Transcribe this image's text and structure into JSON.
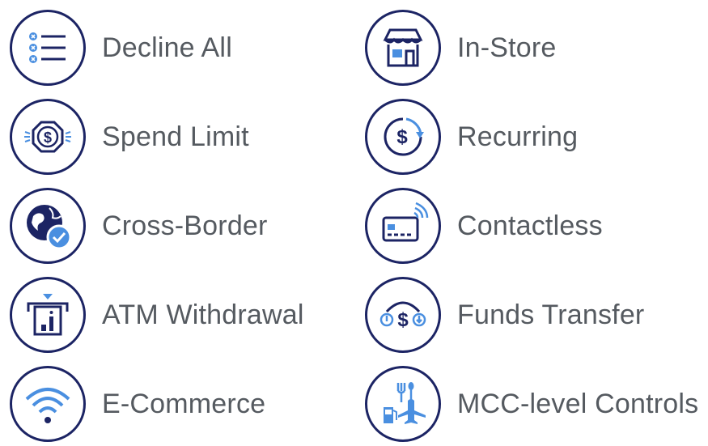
{
  "features": {
    "left": [
      {
        "label": "Decline All",
        "icon": "decline-all-icon"
      },
      {
        "label": "Spend Limit",
        "icon": "spend-limit-icon"
      },
      {
        "label": "Cross-Border",
        "icon": "cross-border-icon"
      },
      {
        "label": "ATM Withdrawal",
        "icon": "atm-withdrawal-icon"
      },
      {
        "label": "E-Commerce",
        "icon": "e-commerce-icon"
      }
    ],
    "right": [
      {
        "label": "In-Store",
        "icon": "in-store-icon"
      },
      {
        "label": "Recurring",
        "icon": "recurring-icon"
      },
      {
        "label": "Contactless",
        "icon": "contactless-icon"
      },
      {
        "label": "Funds Transfer",
        "icon": "funds-transfer-icon"
      },
      {
        "label": "MCC-level Controls",
        "icon": "mcc-level-controls-icon"
      }
    ]
  },
  "colors": {
    "navy": "#1c2464",
    "blue": "#4a8fe0",
    "text": "#555a60"
  }
}
